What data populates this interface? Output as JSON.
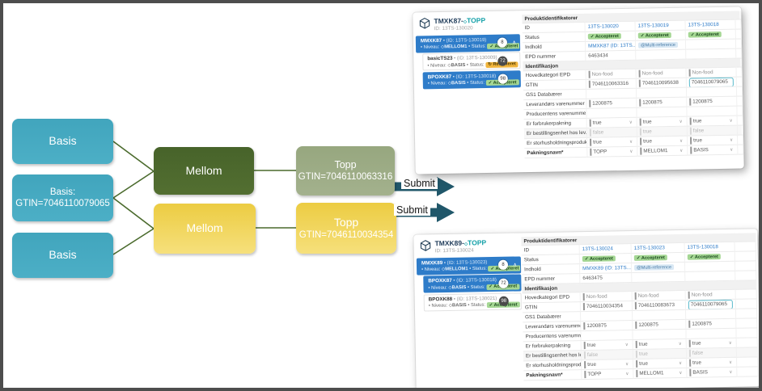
{
  "colors": {
    "basis_teal": "#45a9c1",
    "mellom_green": "#4c672f",
    "mellom_yellow": "#eecf4b",
    "topp_sage": "#9cab85",
    "submit_arrow": "#20576a",
    "connector": "#4a6a2c",
    "sidebar_selected": "#2e7cc9",
    "link": "#2e7cc9",
    "accepted_chip": "#a5d794",
    "returned_chip": "#f0b43c",
    "highlight_border": "#57b9cb"
  },
  "icons": {
    "check": "✓",
    "refresh": "↻",
    "chevron_down": "∨",
    "chevron_up": "∧",
    "cube": "◇",
    "app_cube": "package-cube"
  },
  "diagram": {
    "basis_boxes": [
      {
        "label": "Basis"
      },
      {
        "label": "Basis:",
        "label2": "GTIN=7046110079065"
      },
      {
        "label": "Basis"
      }
    ],
    "mellom_boxes": [
      {
        "label": "Mellom"
      },
      {
        "label": "Mellom"
      }
    ],
    "topp_boxes": [
      {
        "label": "Topp",
        "label2": "GTIN=7046110063316"
      },
      {
        "label": "Topp",
        "label2": "GTIN=7046110034354"
      }
    ],
    "submit_labels": [
      "Submit",
      "Submit"
    ]
  },
  "panels": [
    {
      "title_prefix": "TMXK87-",
      "title_name": "TOPP",
      "subtitle": "ID: 13TS-130020",
      "sidebar": {
        "items": [
          {
            "name": "MMXK87",
            "meta": "(ID: 13TS-130019)",
            "niveau": "MELLOM1",
            "status_label": "Accepteret",
            "status_kind": "accepted",
            "badge": "8",
            "selected": true,
            "expanded": true,
            "child": false
          },
          {
            "name": "basicTS23",
            "meta": "(ID: 13TS-130009)",
            "niveau": "BASIS",
            "status_label": "Returneret",
            "status_kind": "returned",
            "badge": "72",
            "selected": false,
            "expanded": false,
            "child": true
          },
          {
            "name": "BPOXK87",
            "meta": "(ID: 13TS-130018)",
            "niveau": "BASIS",
            "status_label": "Accepteret",
            "status_kind": "accepted",
            "badge": "98",
            "selected": true,
            "expanded": false,
            "child": true
          }
        ]
      },
      "table": {
        "indhold_badge": "8",
        "rows": [
          {
            "type": "section",
            "label": "Produktidentifikatorer"
          },
          {
            "type": "link",
            "label": "ID",
            "values": [
              "13TS-130020",
              "13TS-130019",
              "13TS-130018"
            ]
          },
          {
            "type": "status",
            "label": "Status",
            "values": [
              "Accepteret",
              "Accepteret",
              "Accepteret"
            ]
          },
          {
            "type": "indhold",
            "label": "Indhold",
            "values": [
              "MMXK87 (ID: 13TS...",
              "@Multi-reference",
              ""
            ]
          },
          {
            "type": "text",
            "label": "EPD nummer",
            "values": [
              "6463434",
              "",
              ""
            ]
          },
          {
            "type": "section",
            "label": "Identifikasjon"
          },
          {
            "type": "input-muted",
            "label": "Hovedkategori EPD",
            "values": [
              "Non-food",
              "Non-food",
              "Non-food"
            ]
          },
          {
            "type": "input",
            "label": "GTIN",
            "values": [
              "7046110063316",
              "7046110095638",
              "7046110079065"
            ],
            "highlight": 2
          },
          {
            "type": "text",
            "label": "GS1 Databærer",
            "values": [
              "",
              "",
              ""
            ]
          },
          {
            "type": "input",
            "label": "Leverandørs varenummer",
            "values": [
              "1200875",
              "1200875",
              "1200875"
            ]
          },
          {
            "type": "text",
            "label": "Producentens varenummer",
            "values": [
              "",
              "",
              ""
            ]
          },
          {
            "type": "select",
            "label": "Er forbrukerpakning",
            "values": [
              "true",
              "true",
              "true"
            ]
          },
          {
            "type": "disabled",
            "label": "Er bestillingsenhet hos lev...",
            "values": [
              "false",
              "true",
              "false"
            ]
          },
          {
            "type": "select",
            "label": "Er storhusholdningsprodukt",
            "values": [
              "true",
              "true",
              "true"
            ]
          },
          {
            "type": "select",
            "label": "Pakningsnavn*",
            "values": [
              "TOPP",
              "MELLOM1",
              "BASIS"
            ],
            "bold_label": true
          }
        ]
      }
    },
    {
      "title_prefix": "TMXK89-",
      "title_name": "TOPP",
      "subtitle": "ID: 13TS-130024",
      "sidebar": {
        "items": [
          {
            "name": "MMXK89",
            "meta": "(ID: 13TS-130023)",
            "niveau": "MELLOM1",
            "status_label": "Accepteret",
            "status_kind": "accepted",
            "badge": "8",
            "selected": true,
            "expanded": true,
            "child": false
          },
          {
            "name": "BPOXK87",
            "meta": "(ID: 13TS-130018)",
            "niveau": "BASIS",
            "status_label": "Accepteret",
            "status_kind": "accepted",
            "badge": "72",
            "selected": true,
            "expanded": false,
            "child": true
          },
          {
            "name": "BPOXK88",
            "meta": "(ID: 13TS-130021)",
            "niveau": "BASIS",
            "status_label": "Accepteret",
            "status_kind": "accepted",
            "badge": "98",
            "selected": false,
            "expanded": false,
            "child": true
          }
        ]
      },
      "table": {
        "indhold_badge": "8",
        "rows": [
          {
            "type": "section",
            "label": "Produktidentifikatorer"
          },
          {
            "type": "link",
            "label": "ID",
            "values": [
              "13TS-130024",
              "13TS-130023",
              "13TS-130018"
            ]
          },
          {
            "type": "status",
            "label": "Status",
            "values": [
              "Accepteret",
              "Accepteret",
              "Accepteret"
            ]
          },
          {
            "type": "indhold",
            "label": "Indhold",
            "values": [
              "MMXK89 (ID: 13TS...",
              "@Multi-reference",
              ""
            ]
          },
          {
            "type": "text",
            "label": "EPD nummer",
            "values": [
              "6463475",
              "",
              ""
            ]
          },
          {
            "type": "section",
            "label": "Identifikasjon"
          },
          {
            "type": "input-muted",
            "label": "Hovedkategori EPD",
            "values": [
              "Non-food",
              "Non-food",
              "Non-food"
            ]
          },
          {
            "type": "input",
            "label": "GTIN",
            "values": [
              "7046110034354",
              "7046110083673",
              "7046110079065"
            ],
            "highlight": 2
          },
          {
            "type": "text",
            "label": "GS1 Databærer",
            "values": [
              "",
              "",
              ""
            ]
          },
          {
            "type": "input",
            "label": "Leverandørs varenummer",
            "values": [
              "1200875",
              "1200875",
              "1200875"
            ]
          },
          {
            "type": "text",
            "label": "Producentens varenummer",
            "values": [
              "",
              "",
              ""
            ]
          },
          {
            "type": "select",
            "label": "Er forbrukerpakning",
            "values": [
              "true",
              "true",
              "true"
            ]
          },
          {
            "type": "disabled",
            "label": "Er bestillingsenhet hos lev...",
            "values": [
              "false",
              "true",
              "false"
            ]
          },
          {
            "type": "select",
            "label": "Er storhusholdningsprodukt",
            "values": [
              "true",
              "true",
              "true"
            ]
          },
          {
            "type": "select",
            "label": "Pakningsnavn*",
            "values": [
              "TOPP",
              "MELLOM1",
              "BASIS"
            ],
            "bold_label": true
          }
        ]
      }
    }
  ]
}
